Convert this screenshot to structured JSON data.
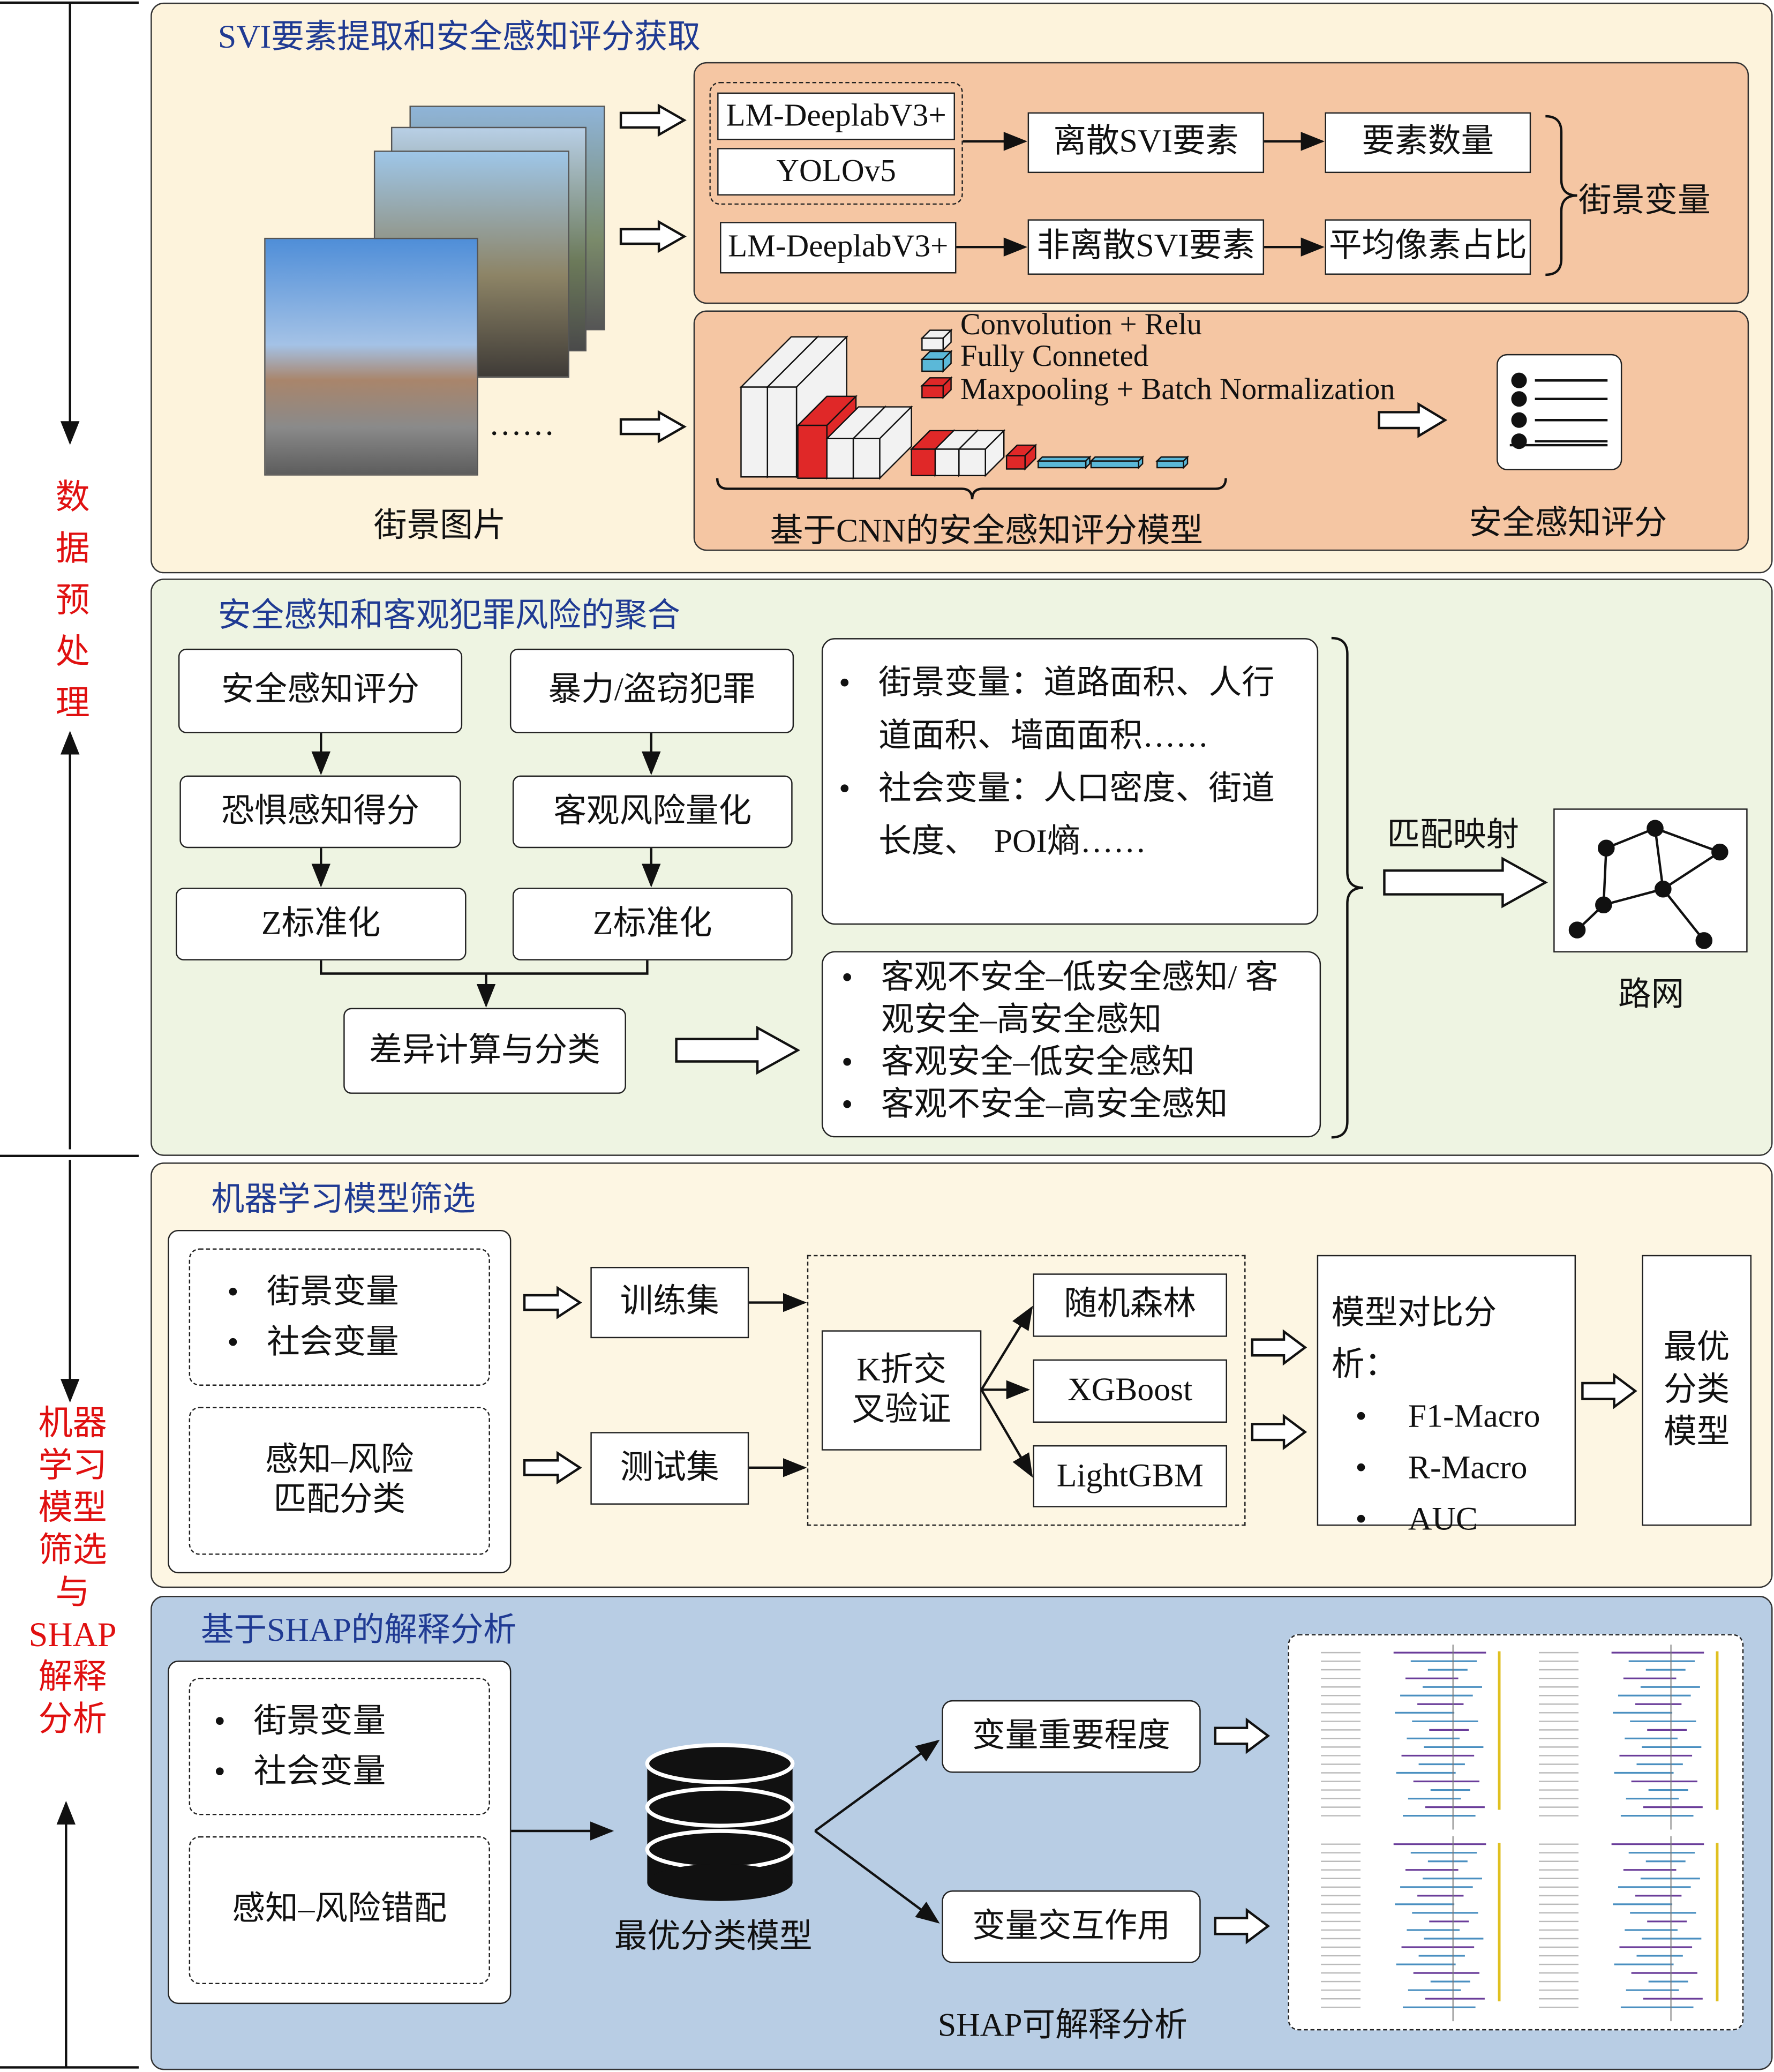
{
  "left_axis": {
    "stage1": "数据预处理",
    "stage2": [
      "机器",
      "学习",
      "模型",
      "筛选",
      "与",
      "SHAP",
      "解释",
      "分析"
    ]
  },
  "section1": {
    "title": "SVI要素提取和安全感知评分获取",
    "photos_label": "街景图片",
    "ellipsis": "……",
    "models": {
      "lm1": "LM-DeeplabV3+",
      "yolo": "YOLOv5",
      "lm2": "LM-DeeplabV3+"
    },
    "discrete": "离散SVI要素",
    "count": "要素数量",
    "nondiscrete": "非离散SVI要素",
    "pixel": "平均像素占比",
    "street_vars": "街景变量",
    "legend": [
      "Convolution + Relu",
      "Fully Conneted",
      "Maxpooling + Batch Normalization"
    ],
    "cnn_label": "基于CNN的安全感知评分模型",
    "score_label": "安全感知评分",
    "colors": {
      "conv": "#f2f2f2",
      "fc": "#5bb8d8",
      "pool": "#e02828"
    }
  },
  "section2": {
    "title": "安全感知和客观犯罪风险的聚合",
    "b1": "安全感知评分",
    "b2": "暴力/盗窃犯罪",
    "b3": "恐惧感知得分",
    "b4": "客观风险量化",
    "b5": "Z标准化",
    "b6": "Z标准化",
    "b7": "差异计算与分类",
    "vars": [
      "街景变量：道路面积、人行道面积、墙面面积……",
      "社会变量：人口密度、街道长度、　POI熵……"
    ],
    "classes": [
      "客观不安全–低安全感知/ 客观安全–高安全感知",
      "客观安全–低安全感知",
      "客观不安全–高安全感知"
    ],
    "match": "匹配映射",
    "network": "路网"
  },
  "section3": {
    "title": "机器学习模型筛选",
    "vars": [
      "街景变量",
      "社会变量"
    ],
    "match_class": "感知–风险 匹配分类",
    "train": "训练集",
    "test": "测试集",
    "kfold": "K折交叉验证",
    "models": [
      "随机森林",
      "XGBoost",
      "LightGBM"
    ],
    "compare_title": "模型对比分析：",
    "metrics": [
      "F1-Macro",
      "R-Macro",
      "AUC"
    ],
    "best": "最优分类模型"
  },
  "section4": {
    "title": "基于SHAP的解释分析",
    "vars": [
      "街景变量",
      "社会变量"
    ],
    "mismatch": "感知–风险错配",
    "best_model": "最优分类模型",
    "importance": "变量重要程度",
    "interaction": "变量交互作用",
    "shap": "SHAP可解释分析"
  }
}
